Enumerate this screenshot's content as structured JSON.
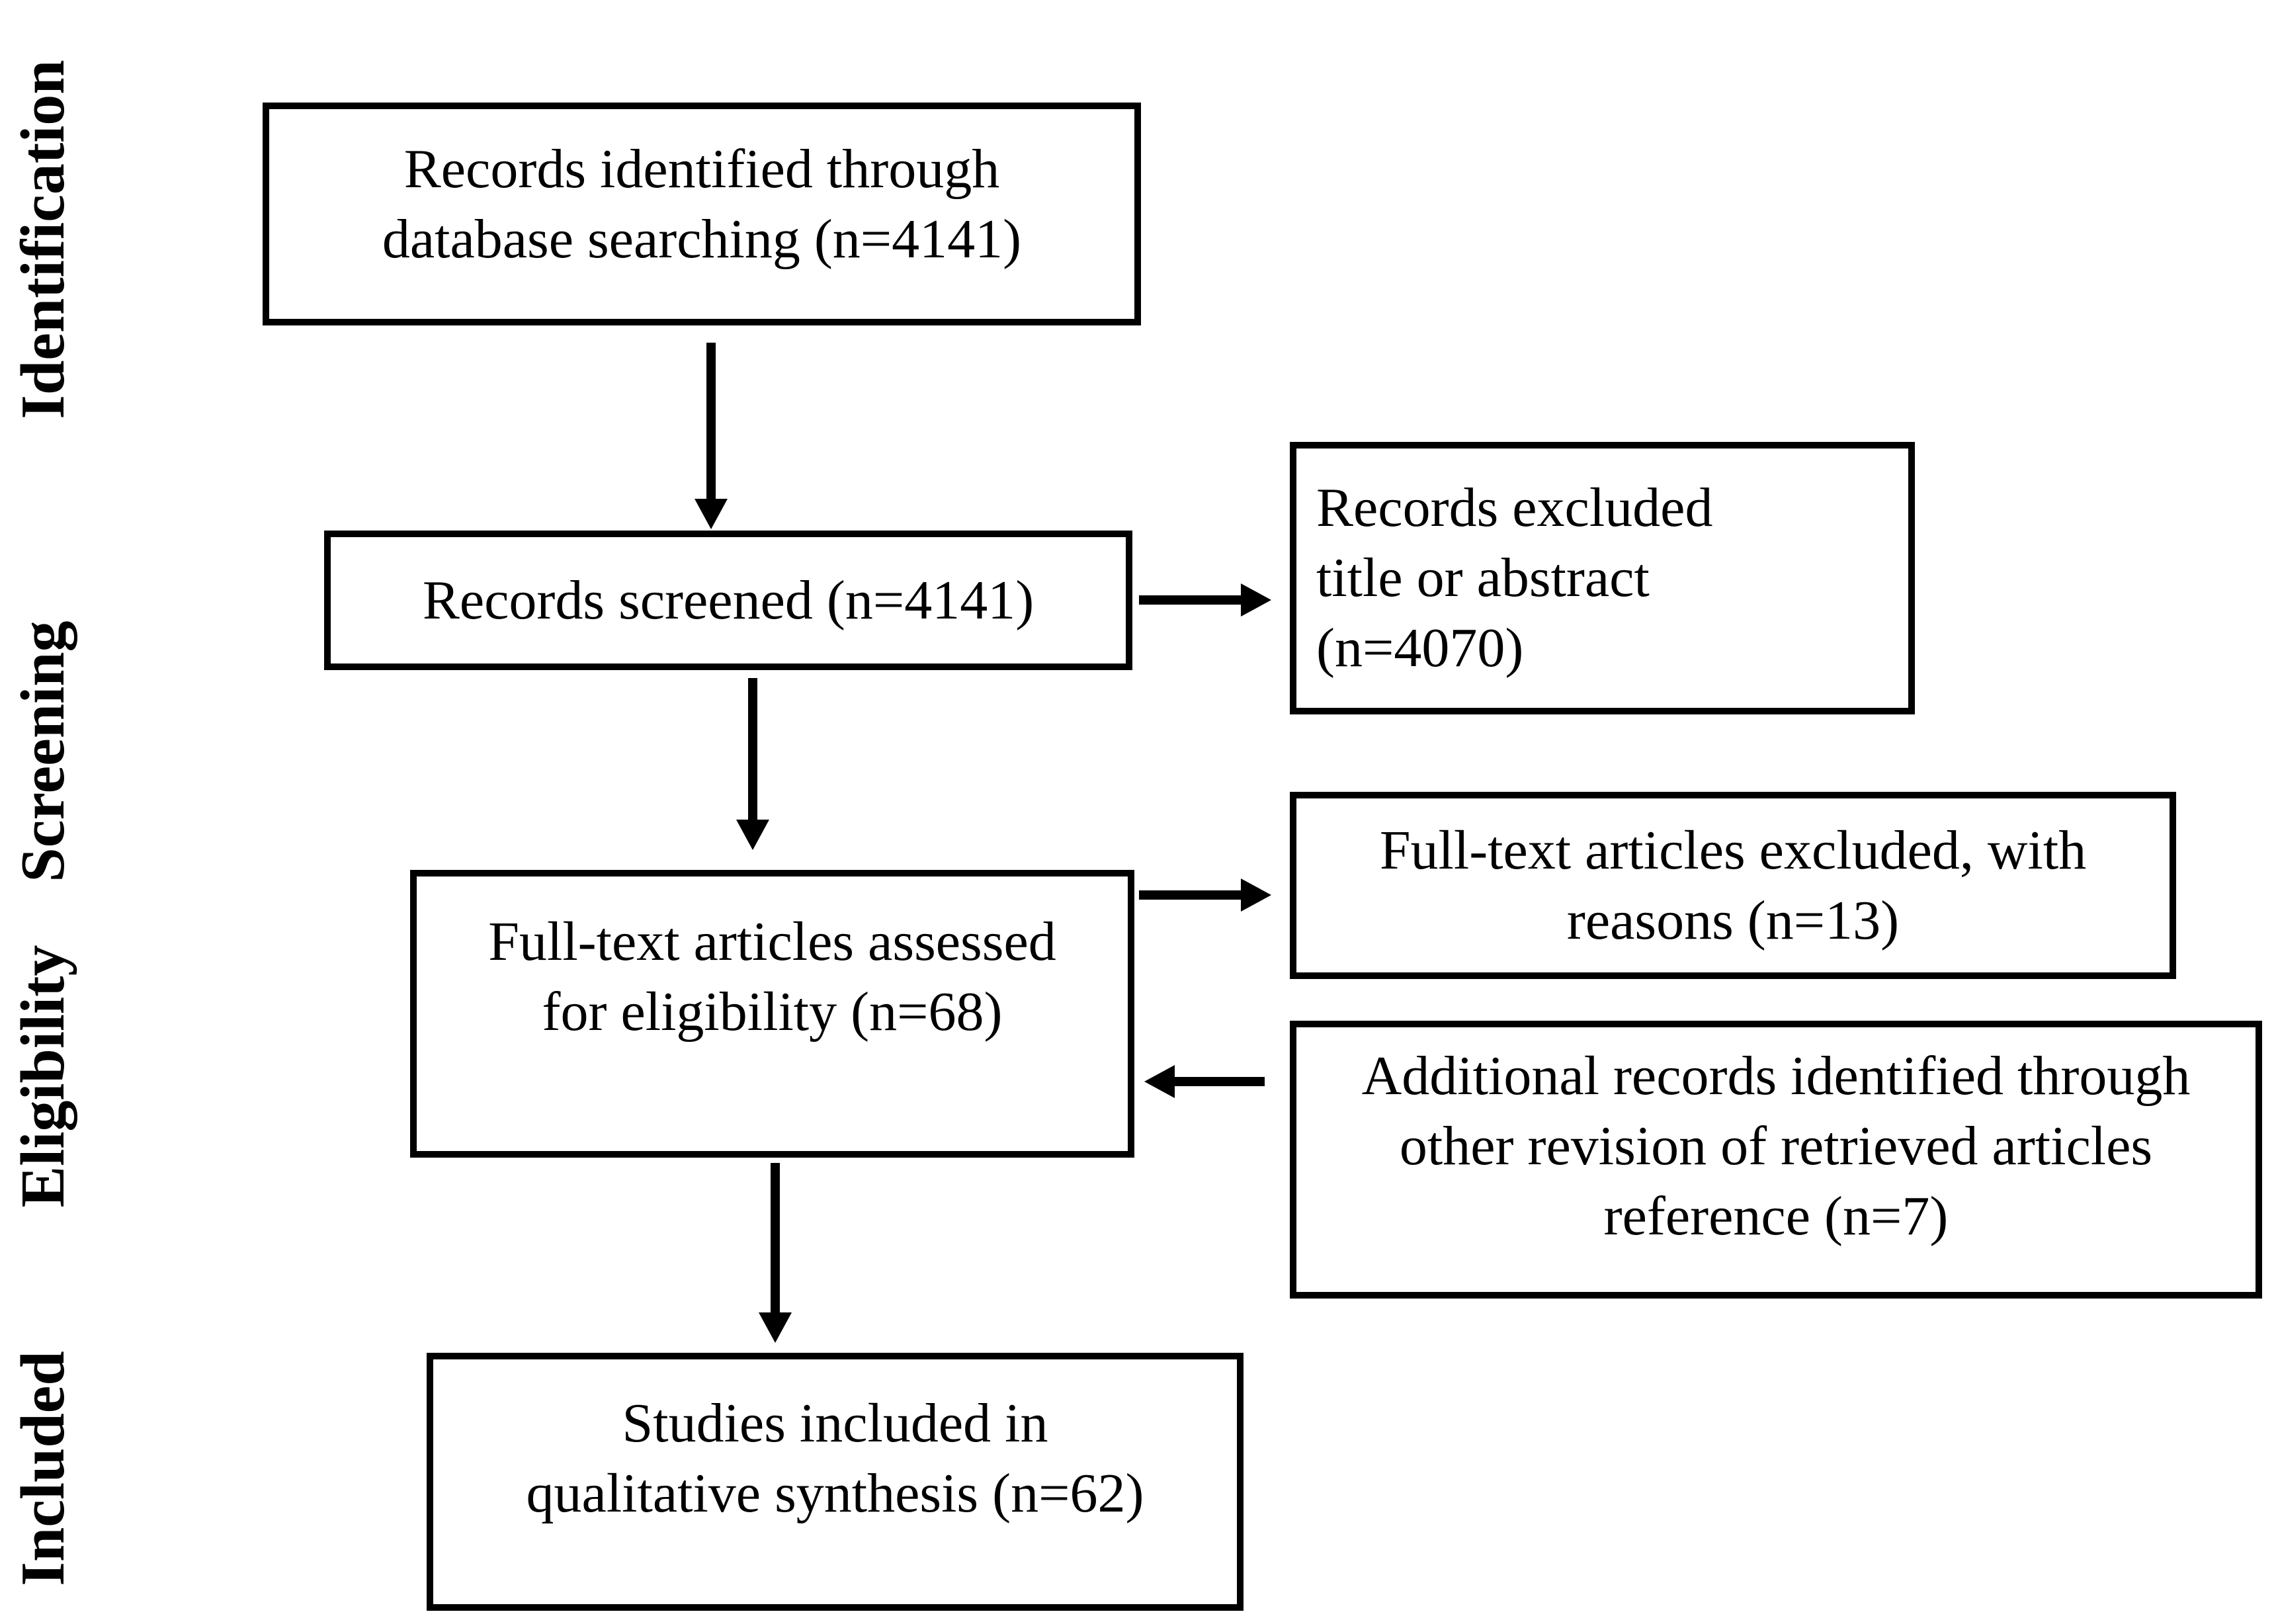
{
  "diagram": {
    "type": "prisma-flow-diagram",
    "colors": {
      "line": "#000000",
      "background": "#ffffff",
      "text": "#000000"
    },
    "stages": [
      {
        "id": "identification",
        "label": "Identification"
      },
      {
        "id": "screening",
        "label": "Screening"
      },
      {
        "id": "eligibility",
        "label": "Eligibility"
      },
      {
        "id": "included",
        "label": "Included"
      }
    ],
    "boxes": [
      {
        "id": "records-identified",
        "stage": "identification",
        "n": 4141,
        "text": "Records identified through\ndatabase searching (n=4141)"
      },
      {
        "id": "records-screened",
        "stage": "screening",
        "n": 4141,
        "text": "Records screened (n=4141)"
      },
      {
        "id": "records-excluded",
        "stage": "screening",
        "n": 4070,
        "text": "Records excluded\ntitle or abstract\n(n=4070)"
      },
      {
        "id": "fulltext-assessed",
        "stage": "eligibility",
        "n": 68,
        "text": "Full-text articles assessed\nfor eligibility (n=68)"
      },
      {
        "id": "fulltext-excluded",
        "stage": "eligibility",
        "n": 13,
        "text": "Full-text articles excluded, with\nreasons (n=13)"
      },
      {
        "id": "additional-records",
        "stage": "eligibility",
        "n": 7,
        "text": "Additional records identified through\nother revision of retrieved articles\nreference (n=7)"
      },
      {
        "id": "studies-included",
        "stage": "included",
        "n": 62,
        "text": "Studies included in\nqualitative synthesis (n=62)"
      }
    ],
    "arrows": [
      {
        "from": "records-identified",
        "to": "records-screened",
        "direction": "down"
      },
      {
        "from": "records-screened",
        "to": "records-excluded",
        "direction": "right"
      },
      {
        "from": "records-screened",
        "to": "fulltext-assessed",
        "direction": "down"
      },
      {
        "from": "fulltext-assessed",
        "to": "fulltext-excluded",
        "direction": "right"
      },
      {
        "from": "additional-records",
        "to": "fulltext-assessed",
        "direction": "left"
      },
      {
        "from": "fulltext-assessed",
        "to": "studies-included",
        "direction": "down"
      }
    ]
  }
}
